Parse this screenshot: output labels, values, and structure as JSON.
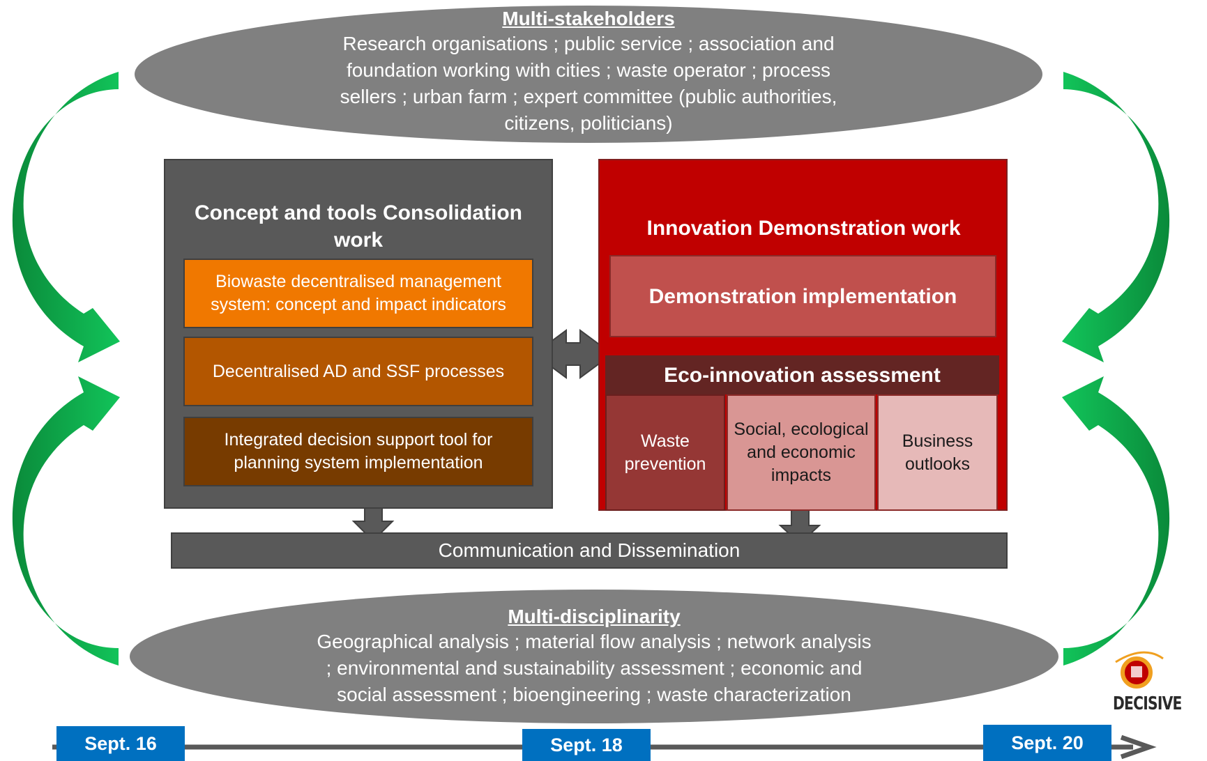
{
  "stakeholders": {
    "title": "Multi-stakeholders",
    "lines": [
      "Research organisations ; public service ; association and",
      "foundation working with cities ; waste operator ; process",
      "sellers ; urban farm ; expert committee (public authorities,",
      "citizens, politicians)"
    ]
  },
  "consolidation": {
    "title": "Concept and tools Consolidation work",
    "boxes": [
      {
        "label": "Biowaste decentralised management system: concept and impact indicators",
        "color": "#f07800"
      },
      {
        "label": "Decentralised AD and SSF processes",
        "color": "#b35600"
      },
      {
        "label": "Integrated decision support tool for planning system implementation",
        "color": "#773b00"
      }
    ]
  },
  "innovation": {
    "title": "Innovation Demonstration work",
    "demo_label": "Demonstration implementation",
    "eco_title": "Eco-innovation assessment",
    "eco_items": [
      {
        "label": "Waste prevention",
        "color": "#953735"
      },
      {
        "label": "Social, ecological and economic impacts",
        "color": "#d99694"
      },
      {
        "label": "Business outlooks",
        "color": "#e6b9b8"
      }
    ]
  },
  "communication": {
    "label": "Communication and Dissemination"
  },
  "disciplinarity": {
    "title": "Multi-disciplinarity",
    "lines": [
      "Geographical analysis ; material flow analysis ; network analysis",
      "; environmental and sustainability assessment ; economic and",
      "social assessment ; bioengineering ; waste characterization"
    ]
  },
  "timeline": {
    "dates": [
      "Sept. 16",
      "Sept. 18",
      "Sept. 20"
    ]
  },
  "logo": {
    "text": "DECISIVE"
  },
  "colors": {
    "cycle_arrow": "#00b050",
    "timeline": "#0070c0",
    "connector": "#595959"
  }
}
